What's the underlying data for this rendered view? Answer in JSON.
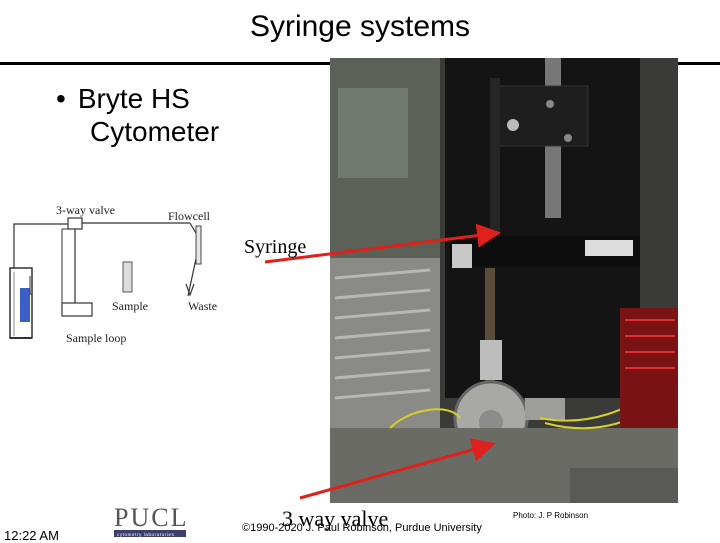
{
  "slide": {
    "title": "Syringe systems",
    "bullet": {
      "line1": "Bryte HS",
      "line2": "Cytometer"
    },
    "schematic": {
      "labels": {
        "valve": "3-way valve",
        "flowcell": "Flowcell",
        "sample": "Sample",
        "waste": "Waste",
        "loop": "Sample loop"
      }
    },
    "callouts": {
      "syringe": "Syringe",
      "valve": "3 way valve"
    },
    "footer": {
      "time": "12:22 AM",
      "copyright": "©1990-2020 J. Paul Robinson, Purdue University",
      "photo_credit": "Photo: J. P Robinson"
    },
    "logo": {
      "text": "PUCL",
      "subtitle": "cytometry laboratories"
    },
    "colors": {
      "callout_arrow": "#e0201c",
      "syringe_fill": "#3c5ec8"
    }
  }
}
